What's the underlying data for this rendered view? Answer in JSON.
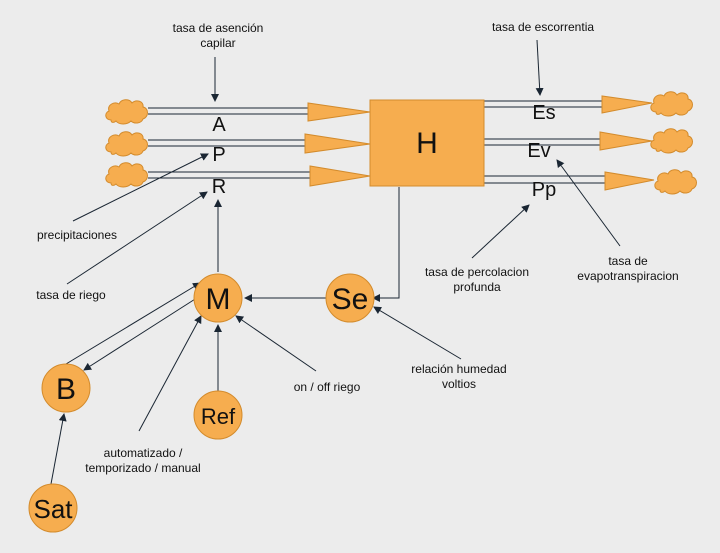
{
  "colors": {
    "background": "#ececec",
    "node_fill": "#f6ad4f",
    "node_stroke": "#d38b2c",
    "line": "#1a2633"
  },
  "nodes": {
    "H": "H",
    "M": "M",
    "Se": "Se",
    "B": "B",
    "Ref": "Ref",
    "Sat": "Sat"
  },
  "flows": {
    "A": "A",
    "P": "P",
    "R": "R",
    "Es": "Es",
    "Ev": "Ev",
    "Pp": "Pp"
  },
  "notes": {
    "asencion_1": "tasa de asención",
    "asencion_2": "capilar",
    "escorrentia": "tasa de escorrentia",
    "precipitaciones": "precipitaciones",
    "riego": "tasa de riego",
    "percolacion_1": "tasa de percolacion",
    "percolacion_2": "profunda",
    "evapo_1": "tasa de",
    "evapo_2": "evapotranspiracion",
    "humedad_1": "relación humedad",
    "humedad_2": "voltios",
    "onoff": "on / off riego",
    "auto_1": "automatizado /",
    "auto_2": "temporizado / manual"
  }
}
